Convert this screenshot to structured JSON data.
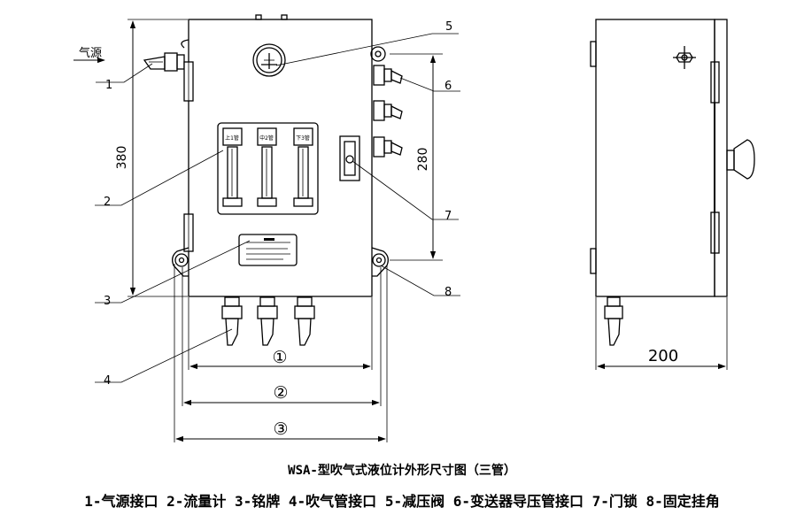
{
  "title": "WSA-型吹气式液位计外形尺寸图（三管）",
  "legend_line": "1-气源接口 2-流量计 3-铭牌 4-吹气管接口 5-减压阀 6-变送器导压管接口 7-门锁 8-固定挂角",
  "labels": {
    "air_source": "气源",
    "callouts": [
      "1",
      "2",
      "3",
      "4",
      "5",
      "6",
      "7",
      "8"
    ],
    "flowmeter_tags": [
      "上1管",
      "中2管",
      "下3管"
    ]
  },
  "dimensions": {
    "height_380": "380",
    "height_280": "280",
    "depth_200": "200",
    "width_1": "①",
    "width_2": "②",
    "width_3": "③"
  }
}
